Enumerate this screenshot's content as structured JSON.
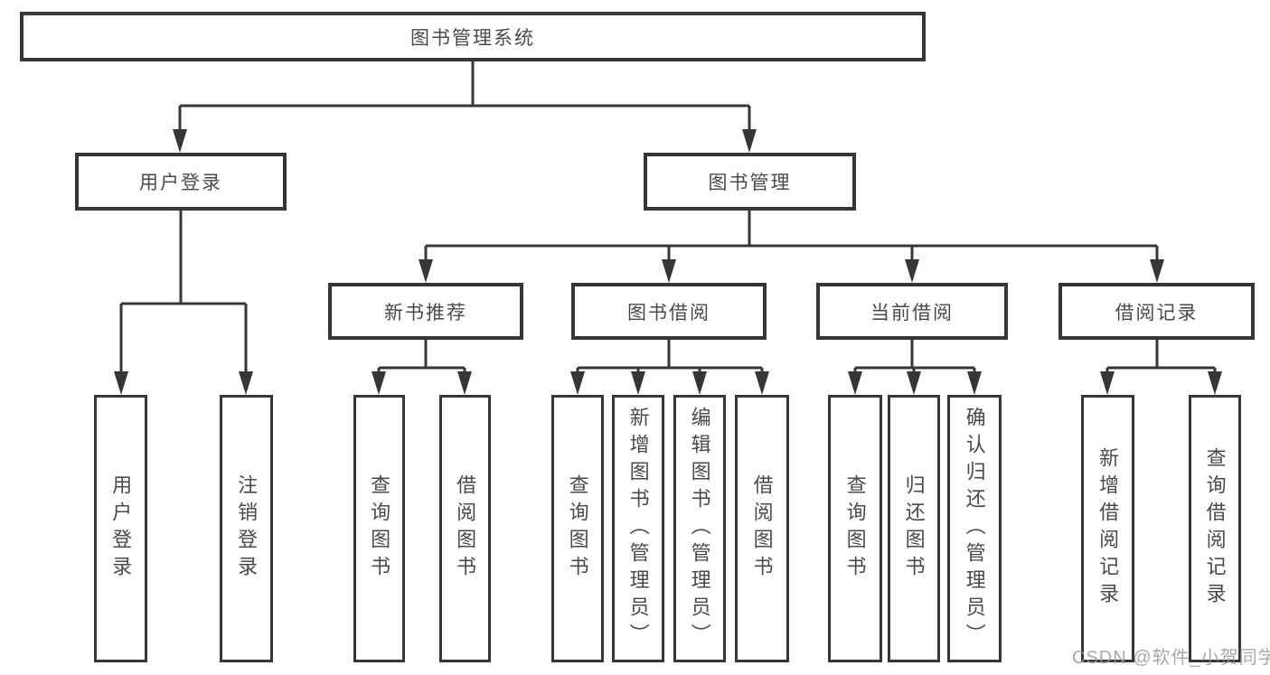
{
  "watermark": {
    "text": "CSDN @软件_小贺同学"
  },
  "colors": {
    "line": "#363636",
    "border": "#363636",
    "text": "#4a4a4e",
    "background": "#ffffff",
    "watermark": "#b4b4b4"
  },
  "tree": {
    "root": {
      "label": "图书管理系统"
    },
    "branches": [
      {
        "label": "用户登录",
        "children": [
          {
            "label": "用户登录"
          },
          {
            "label": "注销登录"
          }
        ]
      },
      {
        "label": "图书管理",
        "children": [
          {
            "label": "新书推荐",
            "children": [
              {
                "label": "查询图书"
              },
              {
                "label": "借阅图书"
              }
            ]
          },
          {
            "label": "图书借阅",
            "children": [
              {
                "label": "查询图书"
              },
              {
                "label": "新增图书（管理员）"
              },
              {
                "label": "编辑图书（管理员）"
              },
              {
                "label": "借阅图书"
              }
            ]
          },
          {
            "label": "当前借阅",
            "children": [
              {
                "label": "查询图书"
              },
              {
                "label": "归还图书"
              },
              {
                "label": "确认归还（管理员）"
              }
            ]
          },
          {
            "label": "借阅记录",
            "children": [
              {
                "label": "新增借阅记录"
              },
              {
                "label": "查询借阅记录"
              }
            ]
          }
        ]
      }
    ]
  }
}
